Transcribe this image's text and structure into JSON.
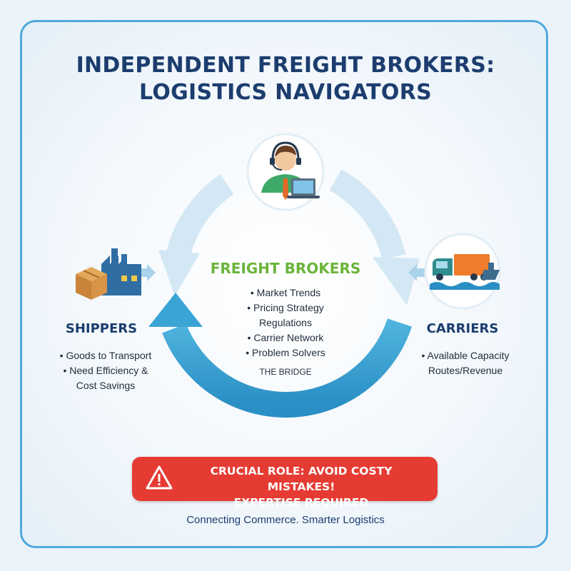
{
  "title": {
    "line1": "INDEPENDENT FREIGHT BROKERS:",
    "line2": "LOGISTICS NAVIGATORS"
  },
  "center": {
    "title": "FREIGHT BROKERS",
    "items": [
      "• Market Trends",
      "• Pricing Strategy",
      "Regulations",
      "• Carrier Network",
      "• Problem Solvers"
    ],
    "tag": "THE BRIDGE",
    "icon": "broker-headset-laptop-icon"
  },
  "shippers": {
    "title": "SHIPPERS",
    "items": [
      "• Goods to Transport",
      "• Need Efficiency &",
      "Cost Savings"
    ],
    "icon": "factory-box-icon"
  },
  "carriers": {
    "title": "CARRIERS",
    "items": [
      "• Available Capacity",
      "Routes/Revenue"
    ],
    "icon": "truck-ship-icon"
  },
  "alert": {
    "line1": "CRUCIAL ROLE: AVOID COSTY MISTAKES!",
    "line2": "EXPERTISE REQUIRED",
    "icon": "warning-icon"
  },
  "tagline": "Connecting Commerce. Smarter Logistics",
  "colors": {
    "title": "#1c3d6e",
    "accent_green": "#6ab43a",
    "arrow_light": "#cfe6f3",
    "arrow_dark": "#3aa5d4",
    "alert": "#e53b33",
    "border": "#4fa9dc"
  }
}
